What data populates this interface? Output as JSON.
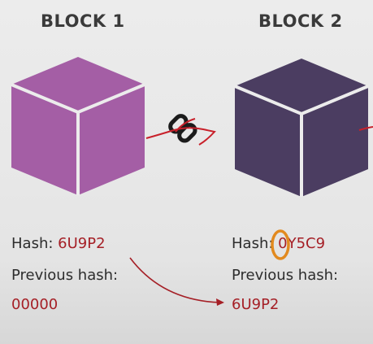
{
  "blocks": [
    {
      "title": "BLOCK 1",
      "hash_label": "Hash: ",
      "hash_value": "6U9P2",
      "prev_label": "Previous hash:",
      "prev_value": "00000",
      "color_front": "#a45ea5",
      "color_side": "#a45ea5",
      "color_top": "#a45ea5"
    },
    {
      "title": "BLOCK 2",
      "hash_label": "Hash: ",
      "hash_value_first": "0",
      "hash_value_rest": "Y5C9",
      "prev_label": "Previous hash:",
      "prev_value": "6U9P2",
      "color_front": "#4b3d61",
      "color_side": "#4b3d61",
      "color_top": "#4b3d61"
    }
  ],
  "colors": {
    "annotation_red": "#c8202a",
    "value_red": "#a51f26",
    "highlight_orange": "#e28a1f",
    "edge_white": "#ececec"
  },
  "icons": [
    "chain-link-icon",
    "arrow-icon"
  ]
}
